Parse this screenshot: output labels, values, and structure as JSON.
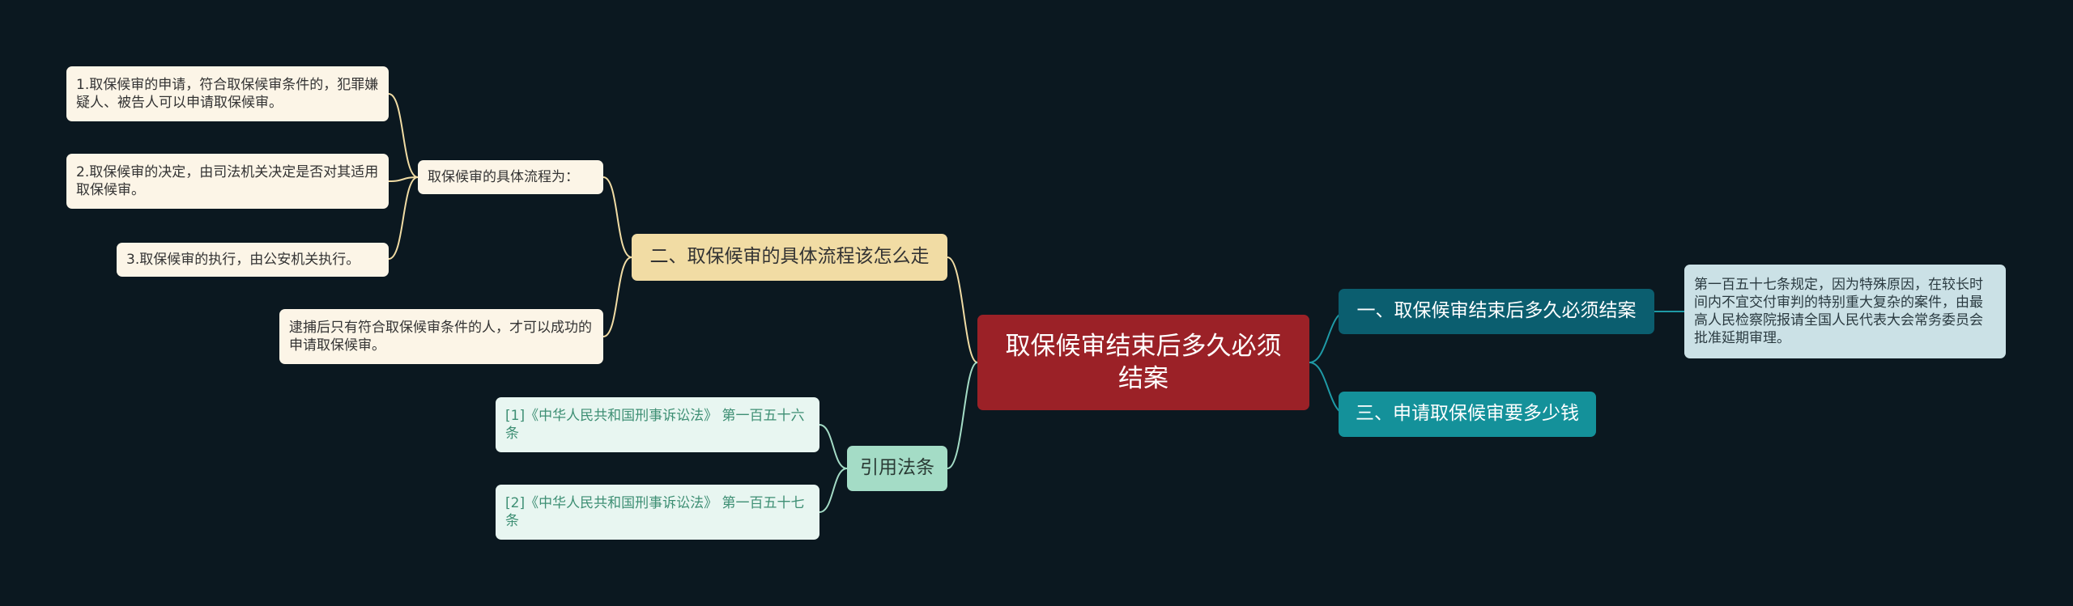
{
  "colors": {
    "background": "#0b1820",
    "root": "#9b2127",
    "yellow_branch": "#f1dca4",
    "mint_branch": "#a4dcc6",
    "teal_dark_branch": "#0b5e6f",
    "teal_branch": "#14919a",
    "cream_leaf": "#fcf5e7",
    "mint_leaf": "#e8f6f1",
    "blue_leaf": "#cbe1e6",
    "link_left": "#f1dca4",
    "link_mint": "#a4dcc6",
    "link_right": "#1f9aa6"
  },
  "mindmap": {
    "root": "取保候审结束后多久必须结案",
    "left": {
      "process": {
        "label": "二、取保候审的具体流程该怎么走",
        "sub": {
          "label": "取保候审的具体流程为：",
          "steps": [
            "1.取保候审的申请，符合取保候审条件的，犯罪嫌疑人、被告人可以申请取保候审。",
            "2.取保候审的决定，由司法机关决定是否对其适用取保候审。",
            "3.取保候审的执行，由公安机关执行。"
          ]
        },
        "note": "逮捕后只有符合取保候审条件的人，才可以成功的申请取保候审。"
      },
      "laws": {
        "label": "引用法条",
        "items": [
          "[1]《中华人民共和国刑事诉讼法》 第一百五十六条",
          "[2]《中华人民共和国刑事诉讼法》 第一百五十七条"
        ]
      }
    },
    "right": {
      "topic1": {
        "label": "一、取保候审结束后多久必须结案",
        "detail": "第一百五十七条规定，因为特殊原因，在较长时间内不宜交付审判的特别重大复杂的案件，由最高人民检察院报请全国人民代表大会常务委员会批准延期审理。"
      },
      "topic2": {
        "label": "三、申请取保候审要多少钱"
      }
    }
  }
}
